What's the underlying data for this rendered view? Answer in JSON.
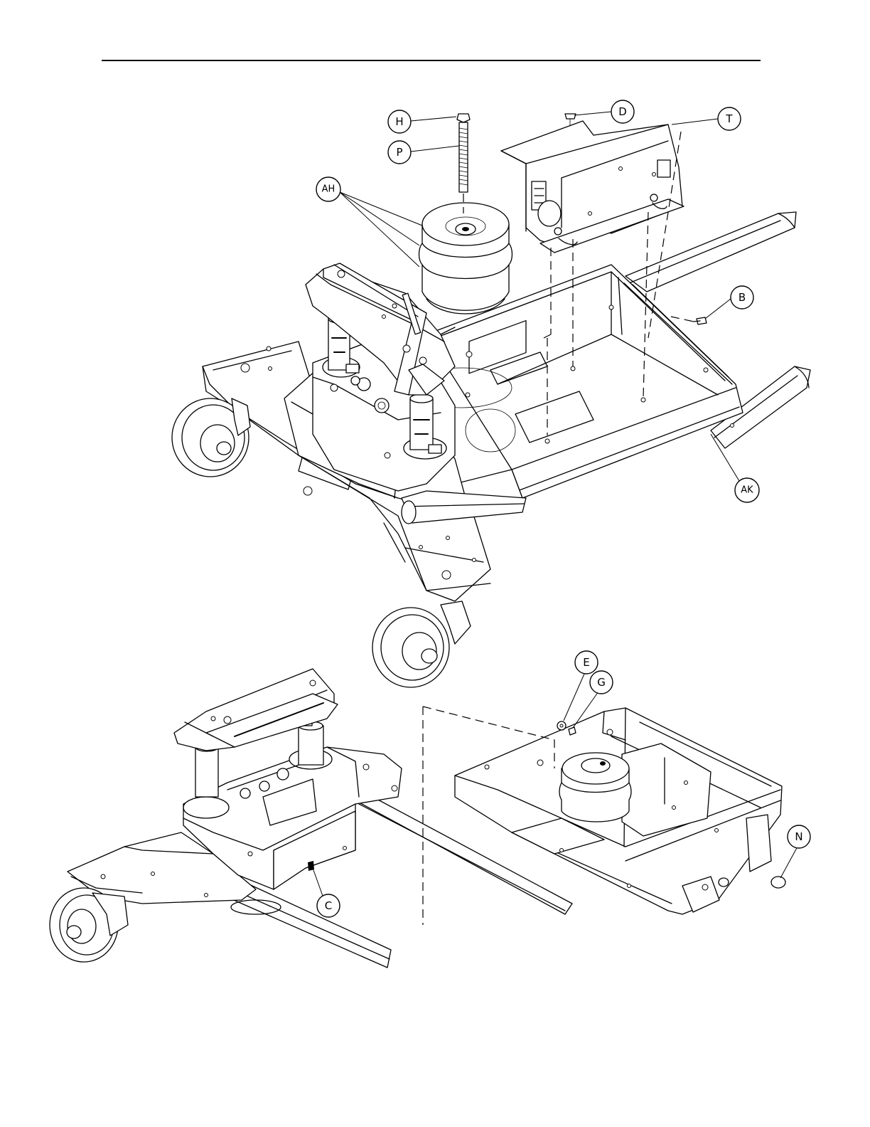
{
  "callouts": [
    {
      "id": "H",
      "label": "H"
    },
    {
      "id": "P",
      "label": "P"
    },
    {
      "id": "AH",
      "label": "AH"
    },
    {
      "id": "D",
      "label": "D"
    },
    {
      "id": "T",
      "label": "T"
    },
    {
      "id": "B",
      "label": "B"
    },
    {
      "id": "AK",
      "label": "AK"
    },
    {
      "id": "E",
      "label": "E"
    },
    {
      "id": "G",
      "label": "G"
    },
    {
      "id": "N",
      "label": "N"
    },
    {
      "id": "C",
      "label": "C"
    }
  ]
}
